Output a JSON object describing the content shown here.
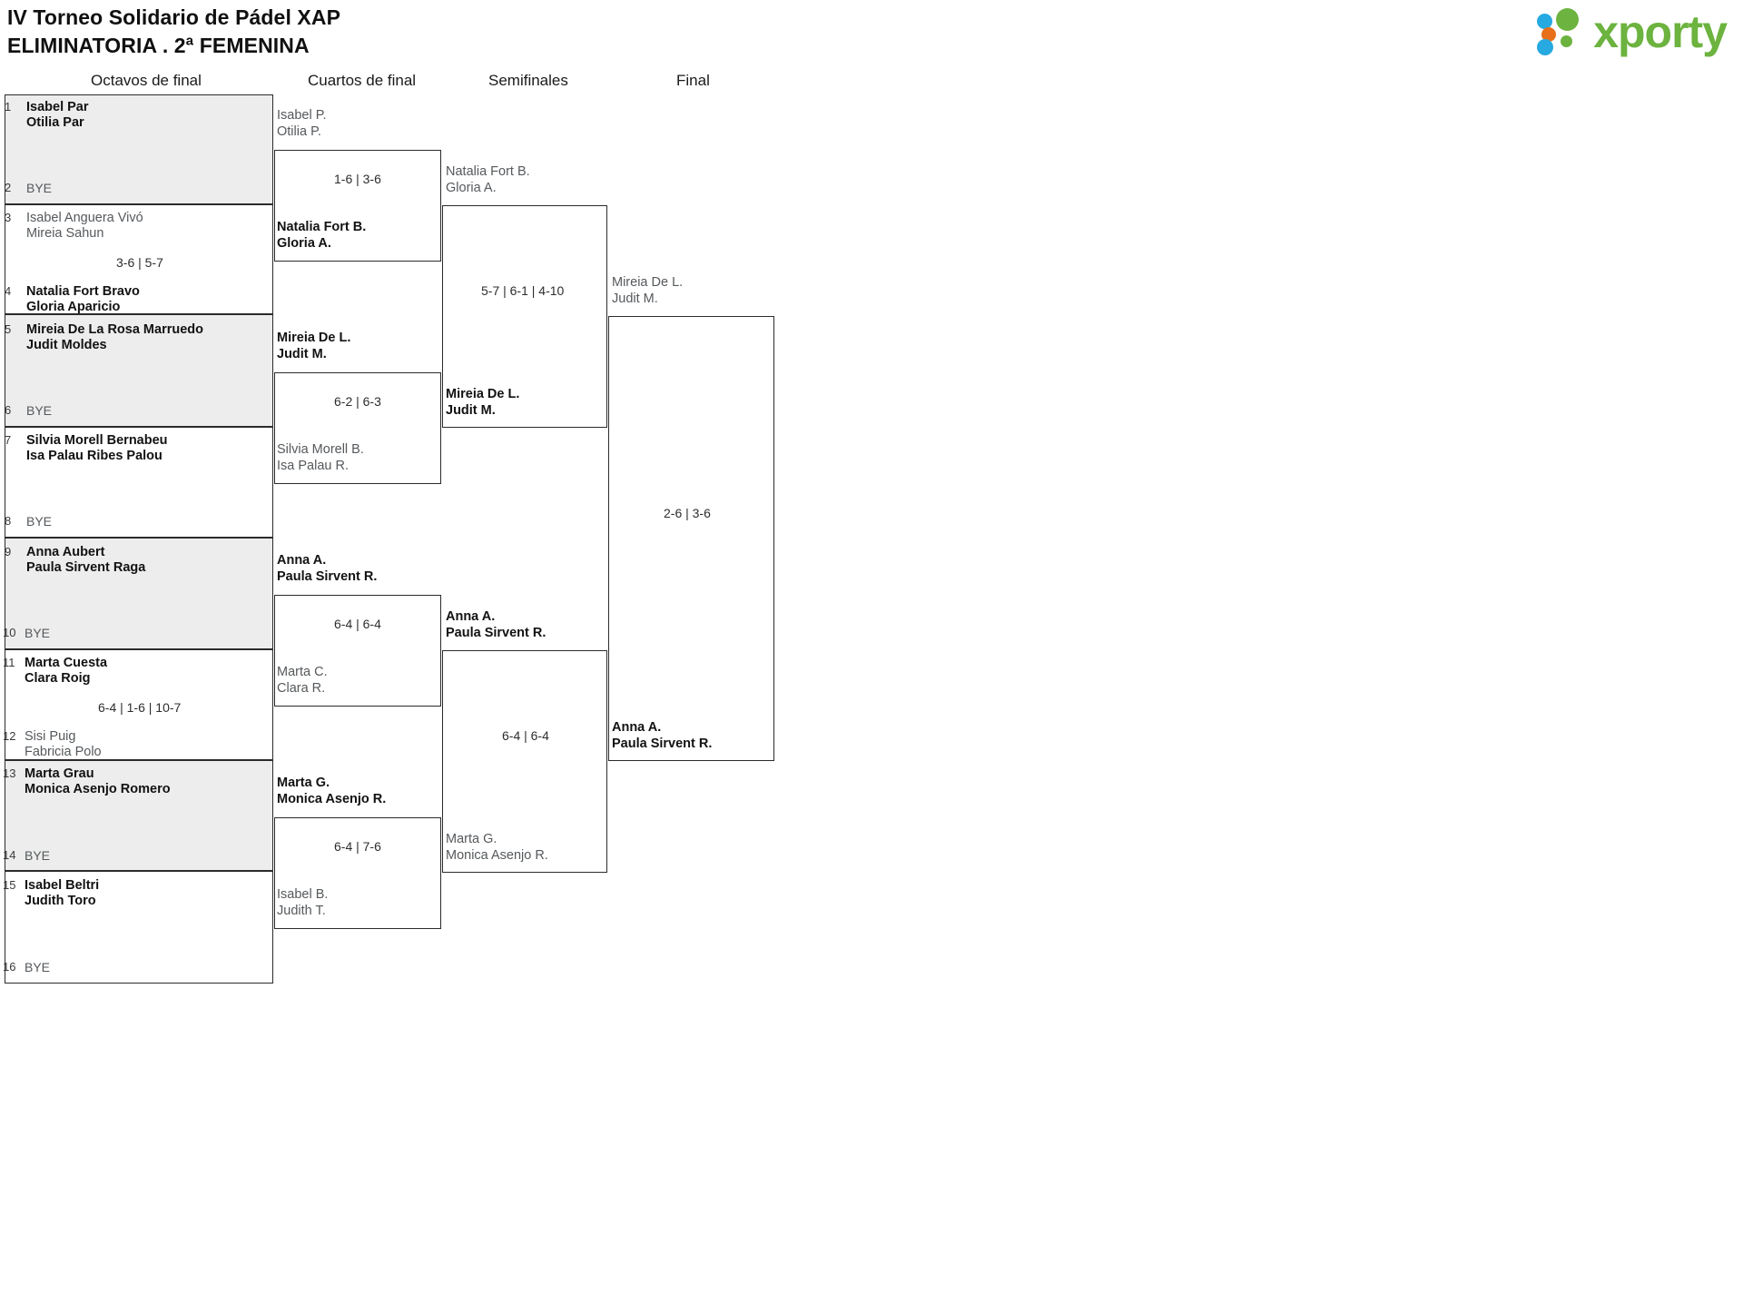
{
  "header": {
    "title_line1": "IV Torneo Solidario de Pádel XAP",
    "title_line2": "ELIMINATORIA . 2ª FEMENINA",
    "logo_word": "xporty",
    "logo_colors": {
      "blue": "#27a9e1",
      "orange": "#e8701a",
      "green": "#6cb33f"
    }
  },
  "rounds": [
    {
      "key": "r16",
      "label": "Octavos de final"
    },
    {
      "key": "qf",
      "label": "Cuartos de final"
    },
    {
      "key": "sf",
      "label": "Semifinales"
    },
    {
      "key": "f",
      "label": "Final"
    }
  ],
  "bye_label": "BYE",
  "round1": {
    "entries": [
      {
        "seed": "1",
        "lines": [
          "Isabel Par",
          "Otilia Par"
        ],
        "state": "win"
      },
      {
        "seed": "2",
        "lines": [
          "BYE"
        ],
        "state": "bye"
      },
      {
        "seed": "3",
        "lines": [
          "Isabel Anguera Vivó",
          "Mireia Sahun"
        ],
        "state": "lose"
      },
      {
        "seed": "4",
        "lines": [
          "Natalia Fort Bravo",
          "Gloria Aparicio"
        ],
        "state": "win"
      },
      {
        "seed": "5",
        "lines": [
          "Mireia De La Rosa Marruedo",
          "Judit Moldes"
        ],
        "state": "win"
      },
      {
        "seed": "6",
        "lines": [
          "BYE"
        ],
        "state": "bye"
      },
      {
        "seed": "7",
        "lines": [
          "Silvia Morell Bernabeu",
          "Isa Palau Ribes Palou"
        ],
        "state": "win"
      },
      {
        "seed": "8",
        "lines": [
          "BYE"
        ],
        "state": "bye"
      },
      {
        "seed": "9",
        "lines": [
          "Anna Aubert",
          "Paula Sirvent Raga"
        ],
        "state": "win"
      },
      {
        "seed": "10",
        "lines": [
          "BYE"
        ],
        "state": "bye"
      },
      {
        "seed": "11",
        "lines": [
          "Marta Cuesta",
          "Clara Roig"
        ],
        "state": "win"
      },
      {
        "seed": "12",
        "lines": [
          "Sisi Puig",
          "Fabricia Polo"
        ],
        "state": "lose"
      },
      {
        "seed": "13",
        "lines": [
          "Marta Grau",
          "Monica Asenjo Romero"
        ],
        "state": "win"
      },
      {
        "seed": "14",
        "lines": [
          "BYE"
        ],
        "state": "bye"
      },
      {
        "seed": "15",
        "lines": [
          "Isabel Beltri",
          "Judith Toro"
        ],
        "state": "win"
      },
      {
        "seed": "16",
        "lines": [
          "BYE"
        ],
        "state": "bye"
      }
    ],
    "scores": [
      "",
      "3-6 | 5-7",
      "",
      "",
      "",
      "6-4 | 1-6 | 10-7",
      "",
      ""
    ]
  },
  "round2": {
    "matches": [
      {
        "top": {
          "lines": [
            "Isabel P.",
            "Otilia P."
          ],
          "state": "lose"
        },
        "bottom": {
          "lines": [
            "Natalia Fort B.",
            "Gloria A."
          ],
          "state": "win"
        },
        "score": "1-6 | 3-6"
      },
      {
        "top": {
          "lines": [
            "Mireia De L.",
            "Judit M."
          ],
          "state": "win"
        },
        "bottom": {
          "lines": [
            "Silvia Morell B.",
            "Isa Palau R."
          ],
          "state": "lose"
        },
        "score": "6-2 | 6-3"
      },
      {
        "top": {
          "lines": [
            "Anna A.",
            "Paula Sirvent R."
          ],
          "state": "win"
        },
        "bottom": {
          "lines": [
            "Marta C.",
            "Clara R."
          ],
          "state": "lose"
        },
        "score": "6-4 | 6-4"
      },
      {
        "top": {
          "lines": [
            "Marta G.",
            "Monica Asenjo R."
          ],
          "state": "win"
        },
        "bottom": {
          "lines": [
            "Isabel B.",
            "Judith T."
          ],
          "state": "lose"
        },
        "score": "6-4 | 7-6"
      }
    ]
  },
  "round3": {
    "matches": [
      {
        "top": {
          "lines": [
            "Natalia Fort B.",
            "Gloria A."
          ],
          "state": "lose"
        },
        "bottom": {
          "lines": [
            "Mireia De L.",
            "Judit M."
          ],
          "state": "win"
        },
        "score": "5-7 | 6-1 | 4-10"
      },
      {
        "top": {
          "lines": [
            "Anna A.",
            "Paula Sirvent R."
          ],
          "state": "win"
        },
        "bottom": {
          "lines": [
            "Marta G.",
            "Monica Asenjo R."
          ],
          "state": "lose"
        },
        "score": "6-4 | 6-4"
      }
    ]
  },
  "round4": {
    "matches": [
      {
        "top": {
          "lines": [
            "Mireia De L.",
            "Judit M."
          ],
          "state": "lose"
        },
        "bottom": {
          "lines": [
            "Anna A.",
            "Paula Sirvent R."
          ],
          "state": "win"
        },
        "score": "2-6 | 3-6"
      }
    ]
  }
}
